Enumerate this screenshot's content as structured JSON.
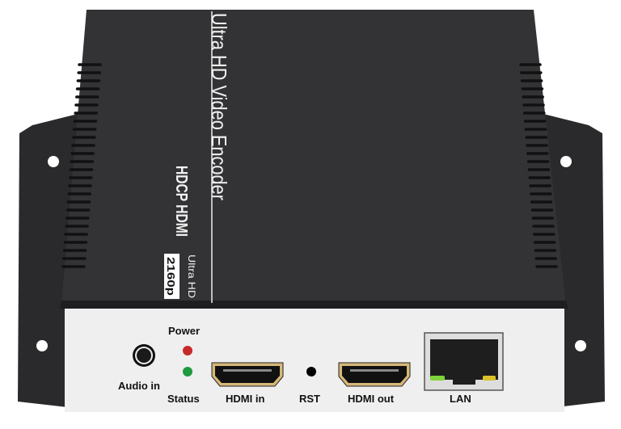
{
  "device": {
    "title": "Ultra HD Video Encoder",
    "subtitle": "HDCP HDMI",
    "badge_top": "Ultra HD",
    "badge_bottom": "2160p",
    "body_color": "#333335",
    "front_color": "#efefef"
  },
  "front_panel": {
    "audio_in": "Audio in",
    "power": "Power",
    "status": "Status",
    "hdmi_in": "HDMI in",
    "rst": "RST",
    "hdmi_out": "HDMI out",
    "lan": "LAN",
    "power_led_color": "#c62a2a",
    "status_led_color": "#1f9a3e",
    "lan_led_left_color": "#7fd43a",
    "lan_led_right_color": "#d9c22a"
  }
}
